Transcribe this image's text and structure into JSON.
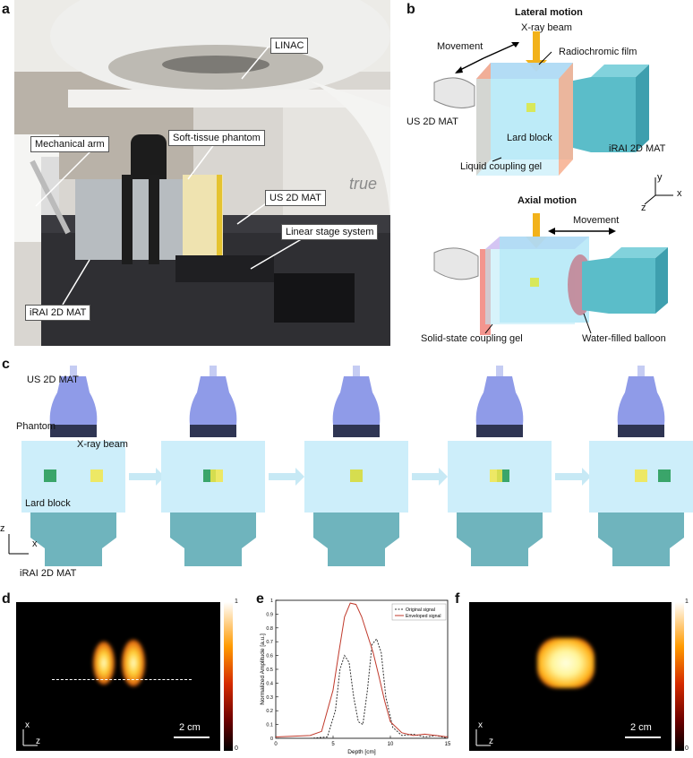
{
  "panels": {
    "a": "a",
    "b": "b",
    "c": "c",
    "d": "d",
    "e": "e",
    "f": "f"
  },
  "photo": {
    "labels": {
      "linac": "LINAC",
      "mech_arm": "Mechanical arm",
      "phantom": "Soft-tissue phantom",
      "us": "US 2D MAT",
      "stage": "Linear stage system",
      "irai": "iRAI 2D MAT",
      "true_text": "true"
    }
  },
  "panel_b": {
    "lateral_title": "Lateral motion",
    "axial_title": "Axial motion",
    "xray": "X-ray beam",
    "film": "Radiochromic film",
    "movement": "Movement",
    "us": "US 2D MAT",
    "lard": "Lard block",
    "irai": "iRAI 2D MAT",
    "liquid_gel": "Liquid coupling gel",
    "solid_gel": "Solid-state coupling gel",
    "balloon": "Water-filled balloon",
    "axis_x": "x",
    "axis_y": "y",
    "axis_z": "z"
  },
  "panel_c": {
    "us": "US 2D MAT",
    "phantom": "Phantom",
    "xray": "X-ray beam",
    "lard": "Lard block",
    "irai": "iRAI 2D MAT",
    "axis_z": "z",
    "axis_x": "x"
  },
  "panel_d": {
    "scale": "2 cm",
    "axis_x": "x",
    "axis_z": "z",
    "cbar_top": "1",
    "cbar_bottom": "0"
  },
  "panel_f": {
    "scale": "2 cm",
    "axis_x": "x",
    "axis_z": "z",
    "cbar_top": "1",
    "cbar_bottom": "0"
  },
  "colors": {
    "phantom": "#cdeefa",
    "probe": "#8f9be8",
    "transducer": "#6fb4bd",
    "lard": "#3aa56a",
    "beam": "#f2e64a",
    "arrow": "#c7e9f5"
  },
  "chart_data": {
    "type": "line",
    "xlabel": "Depth [cm]",
    "ylabel": "Normalized Amplitude [a.u.]",
    "xlim": [
      0,
      15
    ],
    "ylim": [
      0,
      1
    ],
    "xticks": [
      "0",
      "5",
      "10",
      "15"
    ],
    "yticks": [
      "0",
      "0.1",
      "0.2",
      "0.3",
      "0.4",
      "0.5",
      "0.6",
      "0.7",
      "0.8",
      "0.9",
      "1"
    ],
    "legend_position": "top-right",
    "series": [
      {
        "name": "Original signal",
        "style": "dashed",
        "color": "#333333",
        "x": [
          0,
          3,
          4.5,
          5.2,
          5.6,
          6.0,
          6.4,
          6.8,
          7.2,
          7.6,
          8.0,
          8.4,
          8.8,
          9.2,
          9.6,
          10.2,
          11,
          12,
          13,
          14,
          15
        ],
        "y": [
          0,
          0,
          0.01,
          0.2,
          0.5,
          0.6,
          0.55,
          0.3,
          0.12,
          0.1,
          0.35,
          0.68,
          0.72,
          0.62,
          0.3,
          0.08,
          0.02,
          0.03,
          0.01,
          0.02,
          0
        ]
      },
      {
        "name": "Enveloped signal",
        "style": "solid",
        "color": "#c0392b",
        "x": [
          0,
          3,
          4,
          5,
          5.5,
          6,
          6.5,
          7,
          7.5,
          8,
          8.5,
          9,
          9.5,
          10,
          11,
          12,
          13,
          14,
          15
        ],
        "y": [
          0.01,
          0.02,
          0.05,
          0.35,
          0.62,
          0.88,
          0.98,
          0.97,
          0.88,
          0.75,
          0.62,
          0.45,
          0.27,
          0.12,
          0.04,
          0.02,
          0.03,
          0.02,
          0.01
        ]
      }
    ]
  }
}
